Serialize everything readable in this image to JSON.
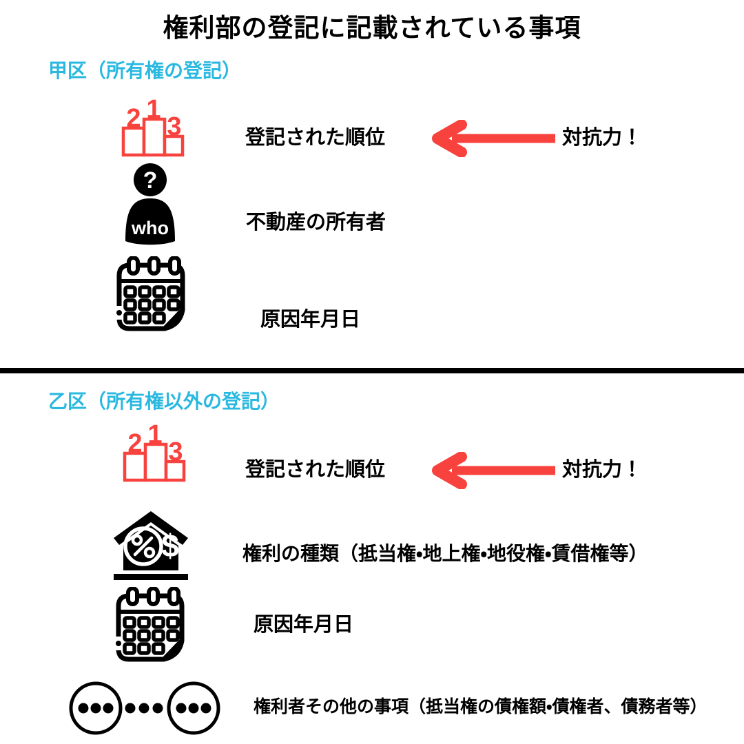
{
  "title": "権利部の登記に記載されている事項",
  "colors": {
    "accent_cyan": "#29b8e0",
    "accent_red": "#f8423e",
    "ink": "#000000"
  },
  "podium": {
    "first": "1",
    "second": "2",
    "third": "3"
  },
  "person": {
    "head": "?",
    "body": "who"
  },
  "house": {
    "dollar": "$"
  },
  "sections": [
    {
      "heading": "甲区（所有権の登記）",
      "rows": [
        {
          "icon": "ranking-podium-icon",
          "label": "登記された順位",
          "annotation": "対抗力！"
        },
        {
          "icon": "owner-person-icon",
          "label": "不動産の所有者"
        },
        {
          "icon": "calendar-icon",
          "label": "原因年月日"
        }
      ]
    },
    {
      "heading": "乙区（所有権以外の登記）",
      "rows": [
        {
          "icon": "ranking-podium-icon",
          "label": "登記された順位",
          "annotation": "対抗力！"
        },
        {
          "icon": "mortgage-house-icon",
          "label": "権利の種類（抵当権・地上権・地役権・賃借権等）"
        },
        {
          "icon": "calendar-icon",
          "label": "原因年月日"
        },
        {
          "icon": "ellipsis-circles-icon",
          "label": "権利者その他の事項（抵当権の債権額・債権者、債務者等）"
        }
      ]
    }
  ]
}
